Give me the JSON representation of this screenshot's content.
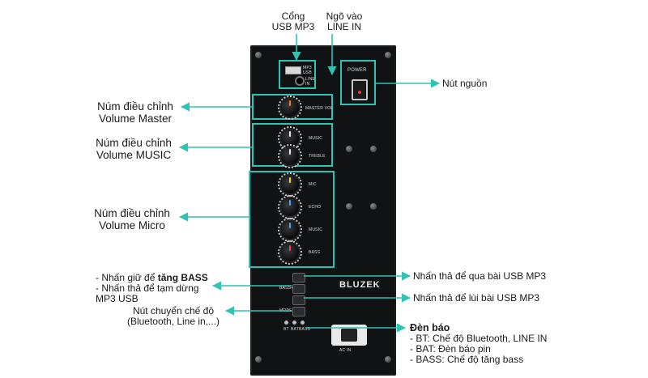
{
  "callouts": {
    "usb_port": [
      "Cổng",
      "USB MP3"
    ],
    "line_in": [
      "Ngõ vào",
      "LINE IN"
    ],
    "power": "Nút nguồn",
    "master": [
      "Núm điều chỉnh",
      "Volume Master"
    ],
    "music": [
      "Núm điều chỉnh",
      "Volume MUSIC"
    ],
    "micro": [
      "Núm điều chỉnh",
      "Volume Micro"
    ],
    "bass_hold": {
      "prefix": "- Nhấn giữ để ",
      "bold": "tăng BASS"
    },
    "pause": [
      "- Nhấn thả để tạm dừng",
      "MP3 USB"
    ],
    "next": "Nhấn thả để qua bài USB MP3",
    "prev": "Nhấn thả để lùi bài USB MP3",
    "mode": [
      "Nút chuyển chế độ",
      "(Bluetooth, Line in,...)"
    ],
    "indicator": {
      "title": "Đèn báo",
      "lines": [
        "- BT: Chế độ Bluetooth, LINE IN",
        "- BAT: Đèn báo pin",
        "- BASS: Chế độ tăng bass"
      ]
    }
  },
  "panel": {
    "usb_label": [
      "MP3",
      "USB"
    ],
    "line_label": [
      "LINE",
      "IN"
    ],
    "power_label": "POWER",
    "master_label": "MASTER VOL",
    "music_labels": [
      "MUSIC",
      "TREBLE"
    ],
    "mic_labels": [
      "MIC",
      "ECHO",
      "MUSIC",
      "BASS"
    ],
    "button_labels": [
      "",
      "BASS+",
      "MODE"
    ],
    "led_labels": [
      "BT",
      "BAT",
      "BASS"
    ],
    "brand": "BLUZEK",
    "ac_label": "AC IN"
  },
  "colors": {
    "accent": "#2fc3b3",
    "panel": "#111214"
  }
}
